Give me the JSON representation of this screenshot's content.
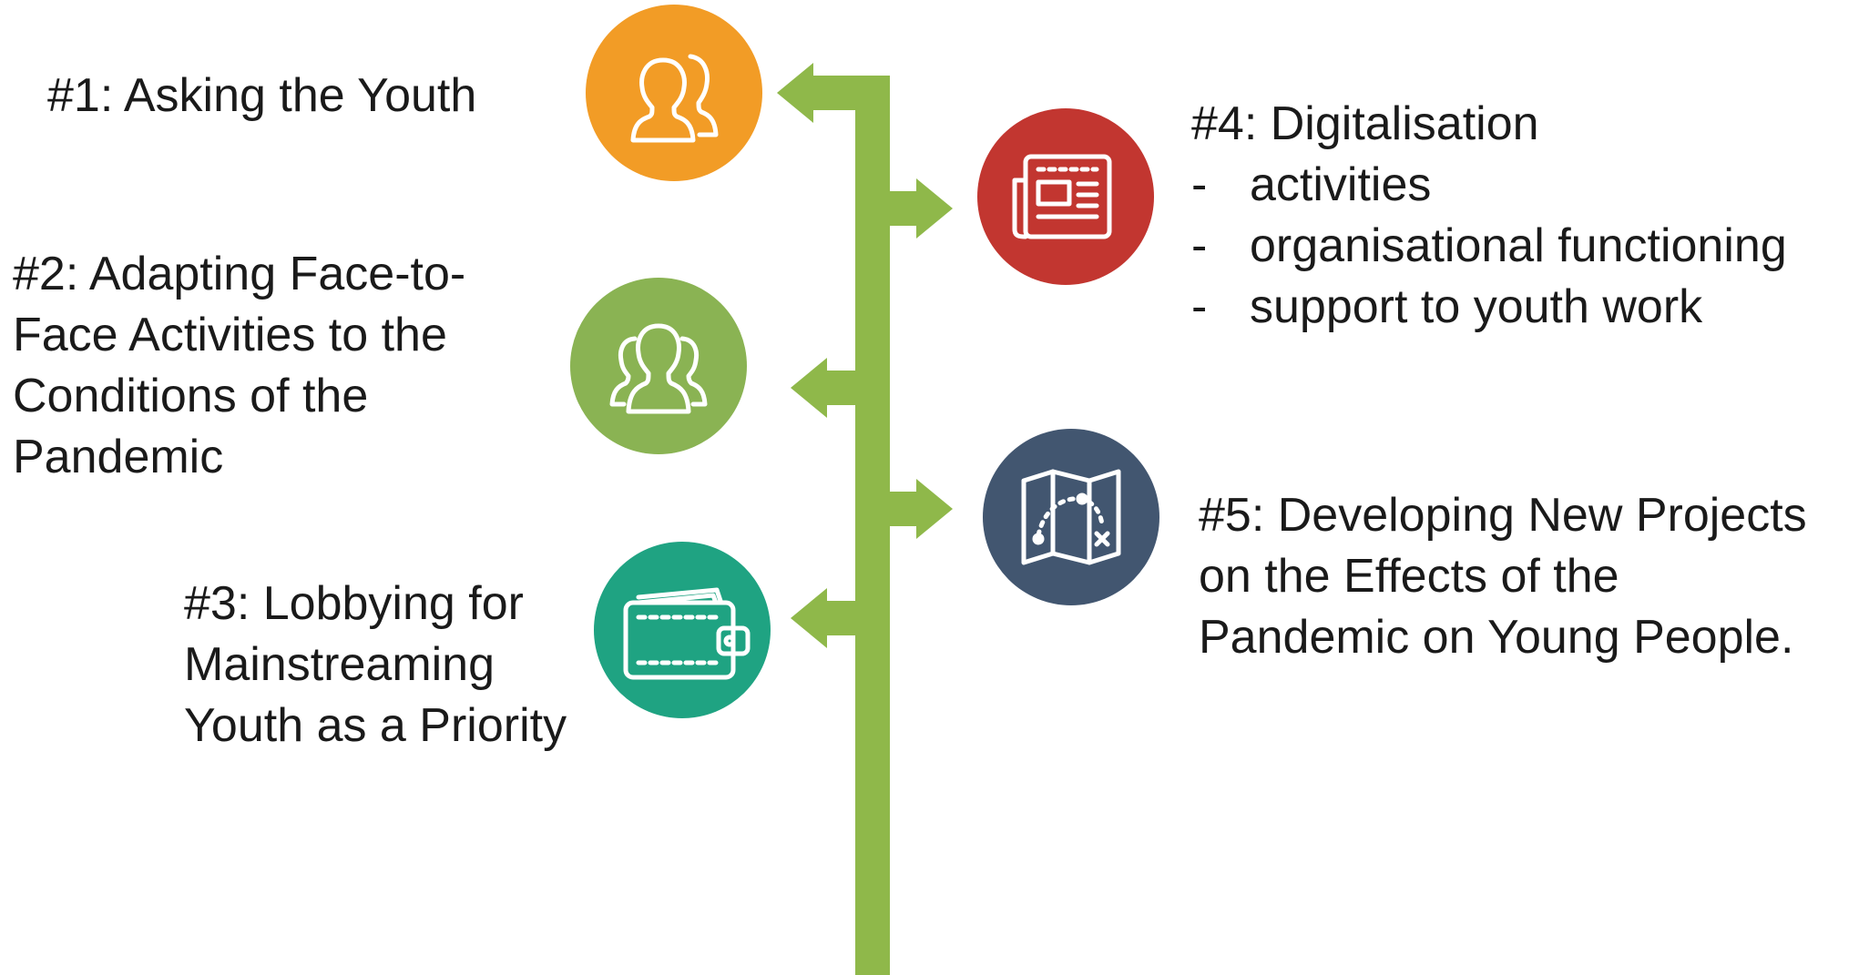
{
  "colors": {
    "connector": "#8fb84a",
    "item1": "#f29c26",
    "item2": "#8ab353",
    "item3": "#1fa382",
    "item4": "#c23630",
    "item5": "#425670",
    "icon_stroke": "#ffffff",
    "text": "#1a1a1a"
  },
  "items": [
    {
      "id": 1,
      "icon": "user-pair-icon",
      "lines": [
        "#1: Asking the Youth"
      ]
    },
    {
      "id": 2,
      "icon": "user-group-icon",
      "lines": [
        "#2: Adapting Face-to-",
        "Face Activities to the",
        "Conditions of the",
        "Pandemic"
      ]
    },
    {
      "id": 3,
      "icon": "wallet-icon",
      "lines": [
        "#3: Lobbying for",
        "Mainstreaming",
        "Youth as a Priority"
      ]
    },
    {
      "id": 4,
      "icon": "newspaper-icon",
      "heading": "#4: Digitalisation",
      "bullet_marker": "-",
      "bullets": [
        "activities",
        "organisational functioning",
        "support to youth work"
      ]
    },
    {
      "id": 5,
      "icon": "map-icon",
      "lines": [
        "#5: Developing New Projects",
        "on the Effects of the",
        "Pandemic on Young People."
      ]
    }
  ]
}
